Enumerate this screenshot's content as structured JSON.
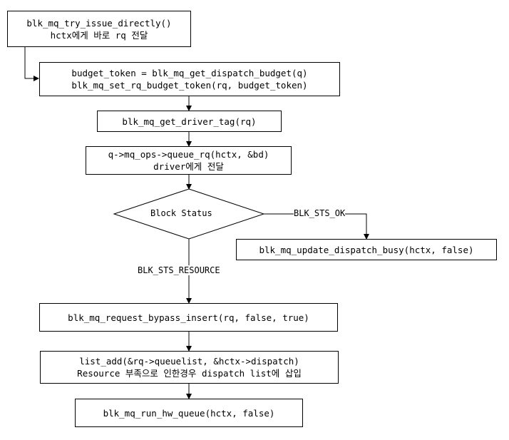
{
  "nodes": {
    "try_issue": {
      "line1": "blk_mq_try_issue_directly()",
      "line2": "hctx에게 바로 rq 전달"
    },
    "budget": {
      "line1": "budget_token = blk_mq_get_dispatch_budget(q)",
      "line2": "blk_mq_set_rq_budget_token(rq, budget_token)"
    },
    "driver_tag": {
      "line1": "blk_mq_get_driver_tag(rq)"
    },
    "queue_rq": {
      "line1": "q->mq_ops->queue_rq(hctx, &bd)",
      "line2": "driver에게 전달"
    },
    "decision": {
      "label": "Block Status"
    },
    "update_busy": {
      "line1": "blk_mq_update_dispatch_busy(hctx, false)"
    },
    "bypass_insert": {
      "line1": "blk_mq_request_bypass_insert(rq, false, true)"
    },
    "list_add": {
      "line1": "list_add(&rq->queuelist, &hctx->dispatch)",
      "line2": "Resource 부족으로 인한경우 dispatch list에 삽입"
    },
    "run_hw_queue": {
      "line1": "blk_mq_run_hw_queue(hctx, false)"
    }
  },
  "edges": {
    "ok_label": "BLK_STS_OK",
    "resource_label": "BLK_STS_RESOURCE"
  }
}
